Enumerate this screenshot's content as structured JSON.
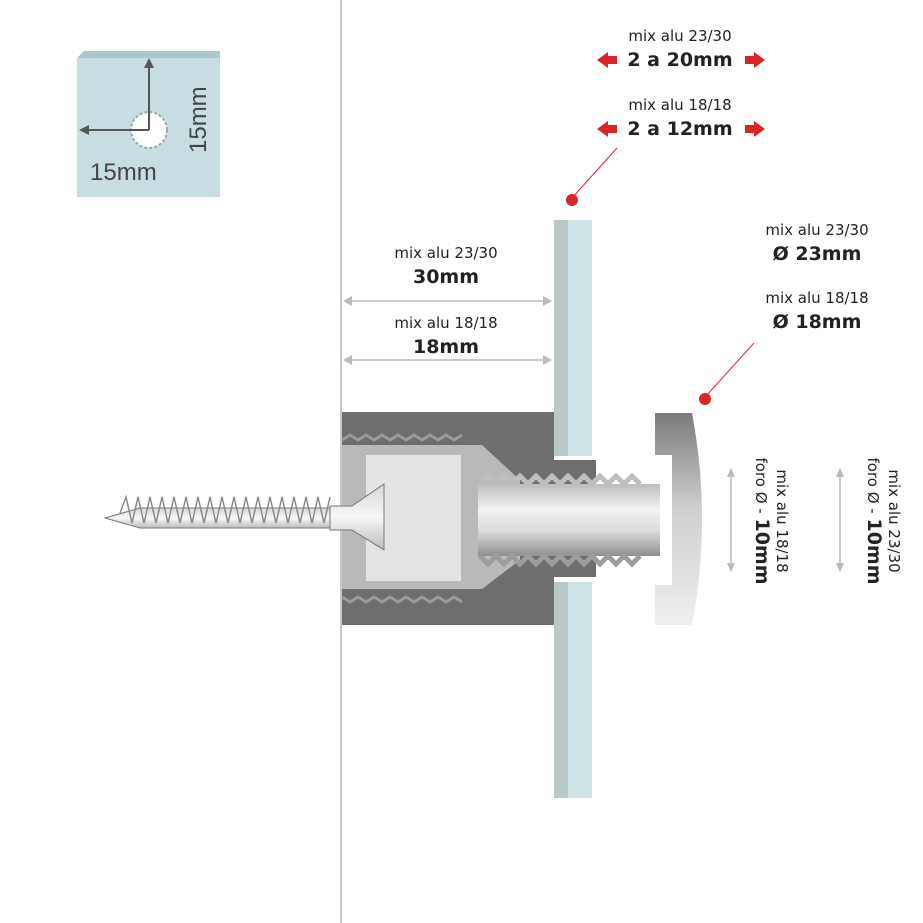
{
  "hole_detail": {
    "width_label": "15mm",
    "height_label": "15mm"
  },
  "panel_thickness": {
    "mix_2330": {
      "caption": "mix alu 23/30",
      "value": "2 a 20mm"
    },
    "mix_1818": {
      "caption": "mix alu 18/18",
      "value": "2 a 12mm"
    }
  },
  "standoff_length": {
    "mix_2330": {
      "caption": "mix alu 23/30",
      "value": "30mm"
    },
    "mix_1818": {
      "caption": "mix alu 18/18",
      "value": "18mm"
    }
  },
  "cap_diameter": {
    "mix_2330": {
      "caption": "mix alu 23/30",
      "value": "Ø 23mm"
    },
    "mix_1818": {
      "caption": "mix alu 18/18",
      "value": "Ø 18mm"
    }
  },
  "drill_hole": {
    "mix_1818": {
      "caption": "mix alu 18/18",
      "line2": "foro Ø - ",
      "value": "10mm"
    },
    "mix_2330": {
      "caption": "mix alu 23/30",
      "line2": "foro Ø - ",
      "value": "10mm"
    }
  },
  "colors": {
    "dimension_arrow": "#d9252a",
    "marker_dot": "#d9252a",
    "glass_panel": "#cfe4e6",
    "standoff_body": "#6e6e6e",
    "hole_detail_fill": "#c8dde1"
  }
}
